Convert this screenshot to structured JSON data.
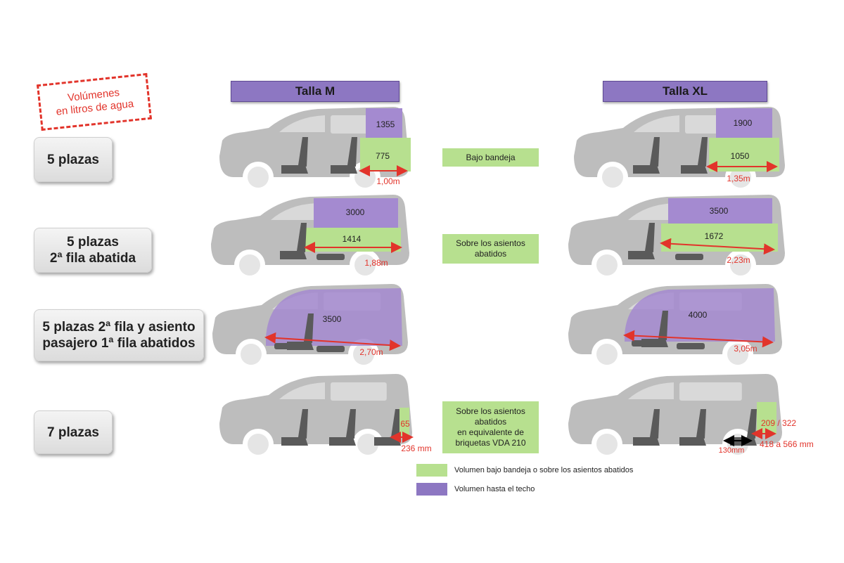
{
  "stamp": {
    "line1": "Volúmenes",
    "line2": "en litros de agua"
  },
  "headers": {
    "m": "Talla M",
    "xl": "Talla XL"
  },
  "rows": [
    {
      "label1": "5 plazas",
      "label2": ""
    },
    {
      "label1": "5 plazas",
      "label2": "2ª fila abatida"
    },
    {
      "label1": "5 plazas 2ª fila y asiento",
      "label2": "pasajero 1ª fila abatidos"
    },
    {
      "label1": "7 plazas",
      "label2": ""
    }
  ],
  "middle": [
    {
      "lines": [
        "Bajo bandeja"
      ]
    },
    {
      "lines": [
        "Sobre los asientos",
        "abatidos"
      ]
    },
    {
      "lines": [
        "Sobre los asientos",
        "abatidos",
        "en equivalente de",
        "briquetas VDA 210"
      ]
    }
  ],
  "cars": {
    "m": [
      {
        "roof": "1355",
        "tray": "775",
        "length": "1,00m"
      },
      {
        "roof": "3000",
        "tray": "1414",
        "length": "1,88m"
      },
      {
        "roof": "3500",
        "tray": "",
        "length": "2,70m"
      },
      {
        "roof": "",
        "tray": "65",
        "length": "236 mm"
      }
    ],
    "xl": [
      {
        "roof": "1900",
        "tray": "1050",
        "length": "1,35m"
      },
      {
        "roof": "3500",
        "tray": "1672",
        "length": "2,23m"
      },
      {
        "roof": "4000",
        "tray": "",
        "length": "3,05m"
      },
      {
        "roof": "",
        "tray": "209 / 322",
        "length": "418 a 566 mm",
        "extra": "130mm"
      }
    ]
  },
  "legend": [
    {
      "text": "Volumen bajo bandeja o sobre los asientos abatidos",
      "color": "#b7e08f"
    },
    {
      "text": "Volumen hasta el techo",
      "color": "#8d77c2"
    }
  ],
  "colors": {
    "body": "#bdbdbd",
    "window": "#d9d9d9",
    "seat": "#5a5a5a",
    "green": "#b7e08f",
    "purple": "#a48ad0",
    "red": "#e2342b"
  }
}
